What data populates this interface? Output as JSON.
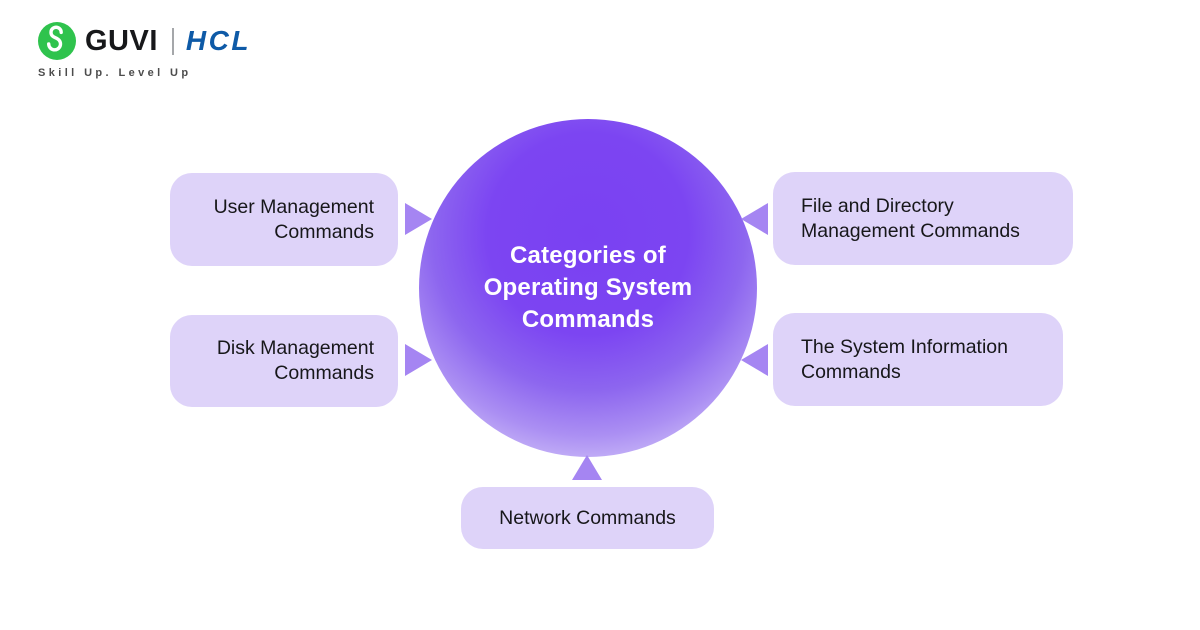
{
  "header": {
    "guvi_label": "GUVI",
    "hcl_label": "HCL",
    "tagline": "Skill Up. Level Up",
    "guvi_green": "#2fc34d",
    "hcl_blue": "#0e5aa7"
  },
  "diagram": {
    "center": {
      "title": "Categories of Operating System Commands",
      "title_lines": [
        "Categories of",
        "Operating System",
        "Commands"
      ]
    },
    "nodes": [
      {
        "label": "User Management Commands",
        "side": "left-top",
        "arrow_direction": "right"
      },
      {
        "label": "Disk Management Commands",
        "side": "left-bottom",
        "arrow_direction": "right"
      },
      {
        "label": "File and Directory Management Commands",
        "side": "right-top",
        "arrow_direction": "left"
      },
      {
        "label": "The System Information Commands",
        "side": "right-bottom",
        "arrow_direction": "left"
      },
      {
        "label": "Network Commands",
        "side": "bottom",
        "arrow_direction": "up"
      }
    ],
    "colors": {
      "node_background": "#ded3f9",
      "arrow": "#a585f2",
      "circle_core": "#7c45f2",
      "circle_edge": "#e9e2fd",
      "node_text": "#17171a",
      "center_text": "#ffffff"
    }
  }
}
